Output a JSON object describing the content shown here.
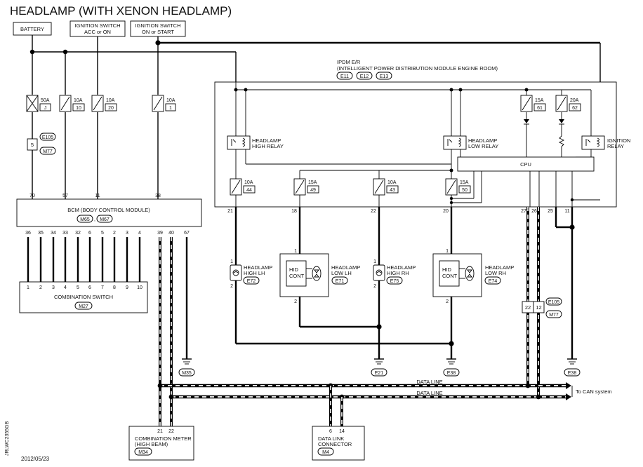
{
  "title": "HEADLAMP (WITH XENON HEADLAMP)",
  "date": "2012/05/23",
  "code": "JRLWC2355GB",
  "sources": {
    "battery": "BATTERY",
    "ign_acc_1": "IGNITION SWITCH",
    "ign_acc_2": "ACC or ON",
    "ign_on_1": "IGNITION SWITCH",
    "ign_on_2": "ON or START"
  },
  "fuses": {
    "f50": {
      "amp": "50A",
      "id": "J"
    },
    "f10a": {
      "amp": "10A",
      "id": "10"
    },
    "f10b": {
      "amp": "10A",
      "id": "20"
    },
    "f10c": {
      "amp": "10A",
      "id": "1"
    },
    "f44": {
      "amp": "10A",
      "id": "44"
    },
    "f49": {
      "amp": "15A",
      "id": "49"
    },
    "f43": {
      "amp": "10A",
      "id": "43"
    },
    "f50b": {
      "amp": "15A",
      "id": "50"
    },
    "f61": {
      "amp": "15A",
      "id": "61"
    },
    "f62": {
      "amp": "20A",
      "id": "62"
    }
  },
  "connector_left": {
    "pin": "5",
    "c1": "E105",
    "c2": "M77"
  },
  "ipdm": {
    "name": "IPDM E/R",
    "desc": "(INTELLIGENT POWER DISTRIBUTION MODULE ENGINE ROOM)",
    "c1": "E11",
    "c2": "E12",
    "c3": "E13",
    "cpu": "CPU",
    "relay_high_1": "HEADLAMP",
    "relay_high_2": "HIGH RELAY",
    "relay_low_1": "HEADLAMP",
    "relay_low_2": "LOW RELAY",
    "relay_ign_1": "IGNITION",
    "relay_ign_2": "RELAY",
    "pins": [
      "21",
      "18",
      "22",
      "20",
      "27",
      "26",
      "25",
      "11"
    ]
  },
  "bcm": {
    "name": "BCM (BODY CONTROL MODULE)",
    "c1": "M65",
    "sep": ",",
    "c2": "M67",
    "top_pins": [
      "70",
      "57",
      "11",
      "38"
    ],
    "bottom_pins": [
      "36",
      "35",
      "34",
      "33",
      "32",
      "6",
      "5",
      "2",
      "3",
      "4",
      "39",
      "40",
      "67"
    ]
  },
  "combination_switch": {
    "name": "COMBINATION SWITCH",
    "conn": "M27",
    "pins": [
      "1",
      "2",
      "3",
      "4",
      "5",
      "6",
      "7",
      "8",
      "9",
      "10"
    ]
  },
  "lamps": {
    "high_lh": {
      "l1": "HEADLAMP",
      "l2": "HIGH LH",
      "conn": "E72",
      "p1": "1",
      "p2": "2"
    },
    "low_lh": {
      "l1": "HEADLAMP",
      "l2": "LOW LH",
      "conn": "E71",
      "hid1": "HID",
      "hid2": "CONT",
      "p1": "1",
      "p2": "2"
    },
    "high_rh": {
      "l1": "HEADLAMP",
      "l2": "HIGH RH",
      "conn": "E75",
      "p1": "1",
      "p2": "2"
    },
    "low_rh": {
      "l1": "HEADLAMP",
      "l2": "LOW RH",
      "conn": "E74",
      "hid1": "HID",
      "hid2": "CONT",
      "p1": "1",
      "p2": "2"
    }
  },
  "connector_right": {
    "p1": "22",
    "p2": "12",
    "c1": "E105",
    "c2": "M77"
  },
  "grounds": {
    "m35": "M35",
    "e21": "E21",
    "e38a": "E38",
    "e38b": "E38"
  },
  "data_line_1": "DATA LINE",
  "data_line_2": "DATA LINE",
  "can": "To CAN system",
  "meter": {
    "l1": "COMBINATION METER",
    "l2": "(HIGH BEAM)",
    "conn": "M34",
    "p1": "21",
    "p2": "22"
  },
  "dlc": {
    "l1": "DATA LINK",
    "l2": "CONNECTOR",
    "conn": "M4",
    "p1": "6",
    "p2": "14"
  }
}
